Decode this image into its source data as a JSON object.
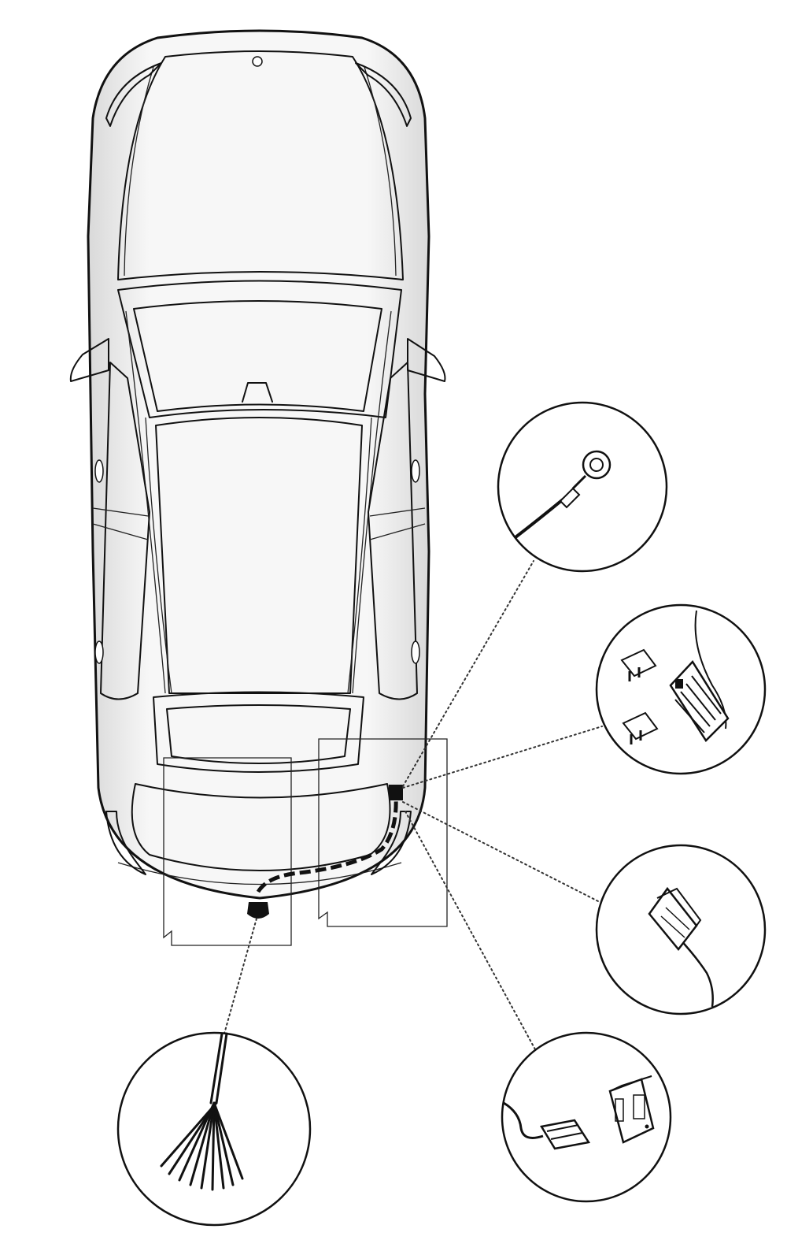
{
  "diagram": {
    "subject": "vehicle-top-view-wiring",
    "colors": {
      "outline": "#111111",
      "body_shade": "#e6e6e6",
      "harness": "#111111"
    },
    "callouts": [
      {
        "id": "ring-terminal",
        "icon": "ring-terminal-icon"
      },
      {
        "id": "fuses-and-socket",
        "icon": "fuse-icon"
      },
      {
        "id": "clip-connector",
        "icon": "clip-connector-icon"
      },
      {
        "id": "module-connector",
        "icon": "module-icon"
      },
      {
        "id": "wire-bundle",
        "icon": "wire-bundle-icon"
      }
    ]
  }
}
